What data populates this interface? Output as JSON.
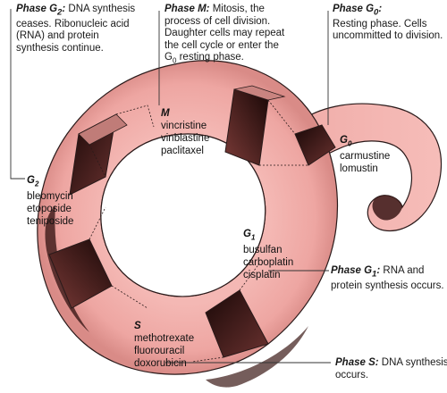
{
  "colors": {
    "band_fill": "#f2b0ad",
    "band_shadow": "#3a1816",
    "outline": "#2a1a1a",
    "leader": "#333333"
  },
  "callouts": {
    "g2": {
      "heading_letter": "Phase G",
      "heading_sub": "2",
      "heading_tail": ":",
      "lines": [
        "DNA synthesis",
        "ceases. Ribonucleic acid",
        "(RNA) and protein",
        "synthesis continue."
      ]
    },
    "m": {
      "heading": "Phase M:",
      "lines": [
        "Mitosis, the",
        "process of cell division.",
        "Daughter cells may repeat",
        "the cell cycle or enter the",
        "G",
        "0",
        " resting phase."
      ]
    },
    "g0": {
      "heading_letter": "Phase G",
      "heading_sub": "0",
      "heading_tail": ":",
      "lines": [
        "Resting phase. Cells",
        "uncommitted to division."
      ]
    },
    "g1": {
      "heading_letter": "Phase G",
      "heading_sub": "1",
      "heading_tail": ":",
      "lines": [
        "RNA and",
        "protein synthesis occurs."
      ]
    },
    "s": {
      "heading": "Phase S:",
      "lines": [
        "DNA synthesis",
        "occurs."
      ]
    }
  },
  "drugs": {
    "m": {
      "phase": "M",
      "phase_sub": "",
      "items": [
        "vincristine",
        "vinblastine",
        "paclitaxel"
      ]
    },
    "g0": {
      "phase": "G",
      "phase_sub": "0",
      "items": [
        "carmustine",
        "lomustin"
      ]
    },
    "g2": {
      "phase": "G",
      "phase_sub": "2",
      "items": [
        "bleomycin",
        "etoposide",
        "teniposide"
      ]
    },
    "g1": {
      "phase": "G",
      "phase_sub": "1",
      "items": [
        "busulfan",
        "carboplatin",
        "cisplatin"
      ]
    },
    "s": {
      "phase": "S",
      "phase_sub": "",
      "items": [
        "methotrexate",
        "fluorouracil",
        "doxorubicin"
      ]
    }
  }
}
